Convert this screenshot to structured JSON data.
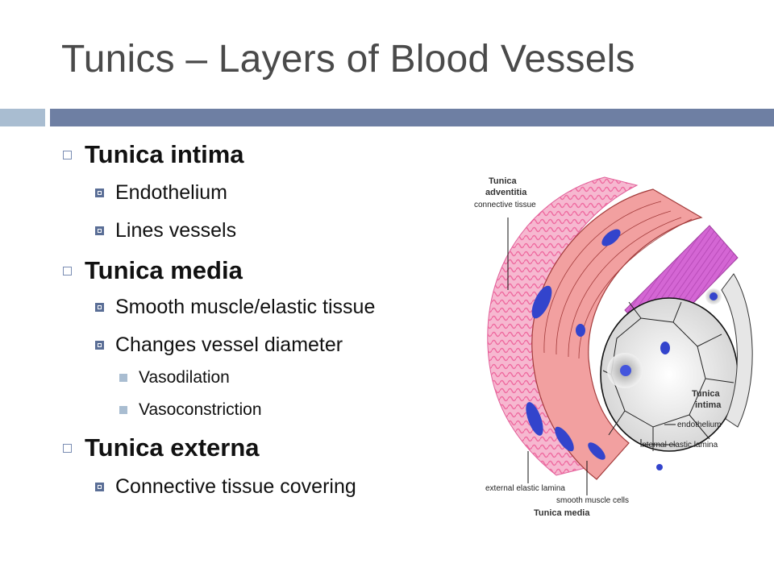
{
  "title": "Tunics – Layers of Blood Vessels",
  "bullets": {
    "intima": {
      "label": "Tunica intima",
      "sub": [
        "Endothelium",
        "Lines vessels"
      ]
    },
    "media": {
      "label": "Tunica media",
      "sub": [
        "Smooth muscle/elastic tissue",
        "Changes vessel diameter"
      ],
      "subsub": [
        "Vasodilation",
        "Vasoconstriction"
      ]
    },
    "externa": {
      "label": "Tunica externa",
      "sub": [
        "Connective tissue covering"
      ]
    }
  },
  "diagram": {
    "adventitia_title_1": "Tunica",
    "adventitia_title_2": "adventitia",
    "connective_tissue": "connective tissue",
    "intima_title_1": "Tunica",
    "intima_title_2": "intima",
    "endothelium": "endothelium",
    "internal_elastic_lamina": "internal elastic lamina",
    "external_elastic_lamina": "external elastic lamina",
    "smooth_muscle_cells": "smooth muscle cells",
    "media_title": "Tunica media"
  },
  "colors": {
    "title": "#4a4a4a",
    "bar_left": "#a9bdd1",
    "bar_right": "#6e7fa3",
    "adventitia": "#f28fb3",
    "media": "#f2a0a0",
    "intima_surface": "#cc66cc",
    "nucleus": "#3344cc"
  }
}
